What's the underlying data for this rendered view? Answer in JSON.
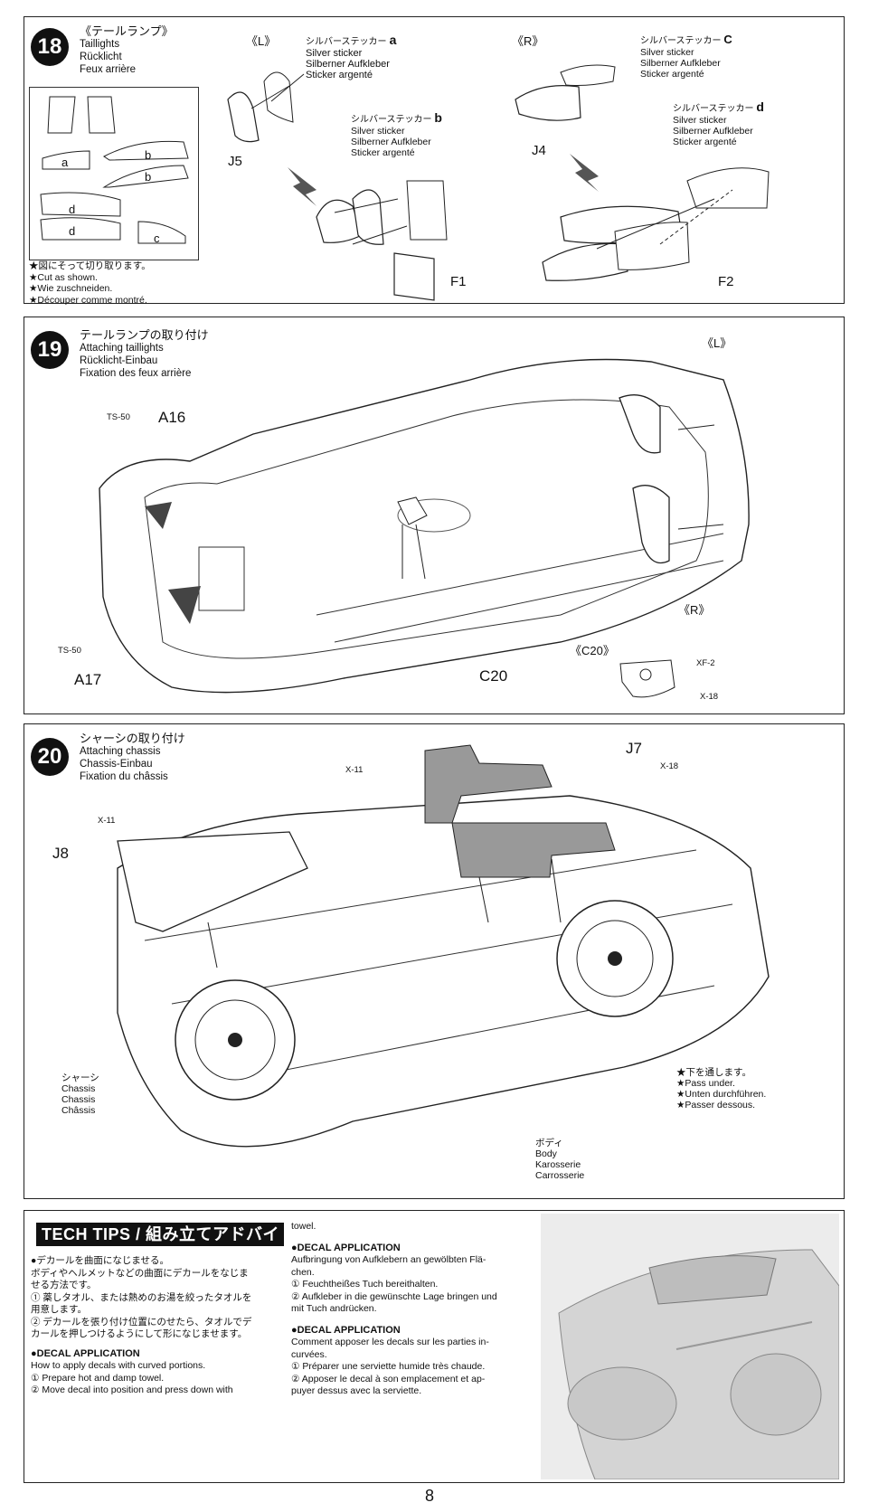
{
  "step18": {
    "number": "18",
    "title_jp": "《テールランプ》",
    "title_en": "Taillights",
    "title_de": "Rücklicht",
    "title_fr": "Feux arrière",
    "sticker_labels": [
      "a",
      "b",
      "b",
      "d",
      "d",
      "c"
    ],
    "note_jp": "★図にそって切り取ります。",
    "note_en": "★Cut as shown.",
    "note_de": "★Wie zuschneiden.",
    "note_fr": "★Découper comme montré.",
    "left_tag": "《L》",
    "right_tag": "《R》",
    "sticker_a": {
      "jp": "シルバーステッカー",
      "letter": "a",
      "en": "Silver sticker",
      "de": "Silberner Aufkleber",
      "fr": "Sticker argenté"
    },
    "sticker_b": {
      "jp": "シルバーステッカー",
      "letter": "b",
      "en": "Silver sticker",
      "de": "Silberner Aufkleber",
      "fr": "Sticker argenté"
    },
    "sticker_c": {
      "jp": "シルバーステッカー",
      "letter": "C",
      "en": "Silver sticker",
      "de": "Silberner Aufkleber",
      "fr": "Sticker argenté"
    },
    "sticker_d": {
      "jp": "シルバーステッカー",
      "letter": "d",
      "en": "Silver sticker",
      "de": "Silberner Aufkleber",
      "fr": "Sticker argenté"
    },
    "parts": {
      "j5": "J5",
      "f1": "F1",
      "j4": "J4",
      "f2": "F2"
    }
  },
  "step19": {
    "number": "19",
    "title_jp": "テールランプの取り付け",
    "title_en": "Attaching taillights",
    "title_de": "Rücklicht-Einbau",
    "title_fr": "Fixation des feux arrière",
    "paint_a16": "TS-50",
    "part_a16": "A16",
    "paint_a17": "TS-50",
    "part_a17": "A17",
    "left_tag": "《L》",
    "right_tag": "《R》",
    "part_c20": "C20",
    "detail_c20": "《C20》",
    "paint_xf2": "XF-2",
    "paint_x18": "X-18"
  },
  "step20": {
    "number": "20",
    "title_jp": "シャーシの取り付け",
    "title_en": "Attaching chassis",
    "title_de": "Chassis-Einbau",
    "title_fr": "Fixation du châssis",
    "paint_x11_top": "X-11",
    "part_j7": "J7",
    "paint_x18": "X-18",
    "paint_x11_left": "X-11",
    "part_j8": "J8",
    "chassis_jp": "シャーシ",
    "chassis_en": "Chassis",
    "chassis_de": "Chassis",
    "chassis_fr": "Châssis",
    "pass_jp": "★下を通します。",
    "pass_en": "★Pass under.",
    "pass_de": "★Unten durchführen.",
    "pass_fr": "★Passer dessous.",
    "body_jp": "ボディ",
    "body_en": "Body",
    "body_de": "Karosserie",
    "body_fr": "Carrosserie"
  },
  "tech_tips": {
    "header": "TECH TIPS / 組み立てアドバイス",
    "jp_lines": [
      "●デカールを曲面になじませる。",
      "ボディやヘルメットなどの曲面にデカールをなじま",
      "せる方法です。",
      "① 薬しタオル、または熱めのお湯を絞ったタオルを",
      "用意します。",
      "② デカールを張り付け位置にのせたら、タオルでデ",
      "カールを押しつけるようにして形になじませます。"
    ],
    "en_head": "●DECAL APPLICATION",
    "en_lines": [
      "How to apply decals with curved portions.",
      "① Prepare hot and damp towel.",
      "② Move decal into position and press down with"
    ],
    "en_cont": "towel.",
    "de_head": "●DECAL APPLICATION",
    "de_lines": [
      "Aufbringung von Aufklebern an gewölbten Flä-",
      "chen.",
      "① Feuchtheißes Tuch bereithalten.",
      "② Aufkleber in die gewünschte Lage bringen und",
      "mit Tuch andrücken."
    ],
    "fr_head": "●DECAL APPLICATION",
    "fr_lines": [
      "Comment apposer les decals sur les parties in-",
      "curvées.",
      "① Préparer une serviette humide très chaude.",
      "② Apposer le decal à son emplacement et ap-",
      "puyer dessus avec la serviette."
    ]
  },
  "page_number": "8"
}
